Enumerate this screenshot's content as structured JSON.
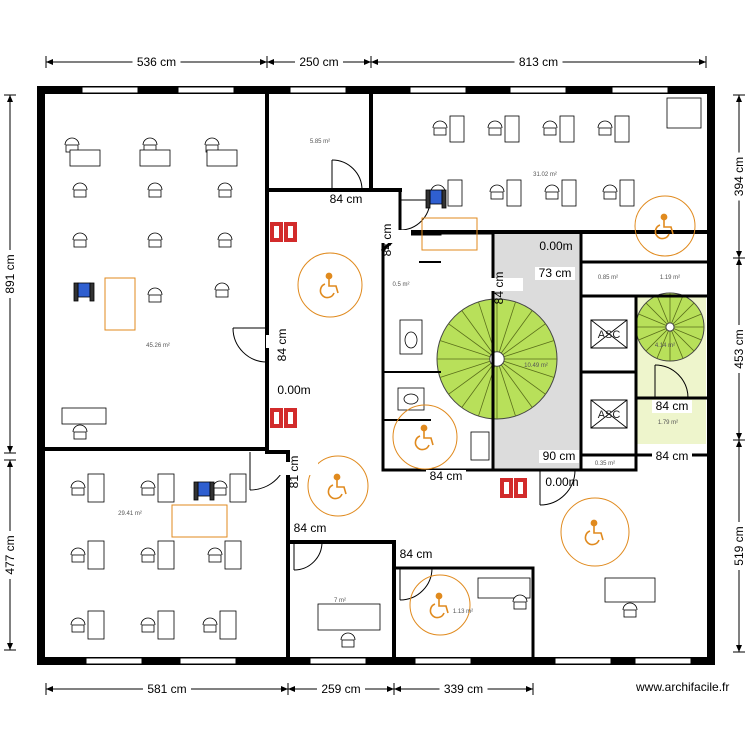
{
  "plan": {
    "dimensions_top": [
      "536 cm",
      "250 cm",
      "813 cm"
    ],
    "dimensions_bottom": [
      "581 cm",
      "259 cm",
      "339 cm"
    ],
    "dimensions_left": [
      "891 cm",
      "477 cm"
    ],
    "dimensions_right": [
      "394 cm",
      "453 cm",
      "519 cm"
    ],
    "wall_labels": [
      "84 cm",
      "84 cm",
      "84 cm",
      "84 cm",
      "73 cm",
      "81 cm",
      "84 cm",
      "84 cm",
      "84 cm",
      "90 cm",
      "84 cm",
      "84 cm",
      "84 cm"
    ],
    "level_labels": [
      "0.00m",
      "0.00m",
      "0.00m"
    ],
    "room_areas": [
      "5.85 m²",
      "31.02 m²",
      "45.26 m²",
      "0.5 m²",
      "10.49 m²",
      "0.85 m²",
      "1.19 m²",
      "4.14 m²",
      "1.79 m²",
      "0.35 m²",
      "29.41 m²",
      "7 m²",
      "1.13 m²"
    ],
    "elevator_labels": [
      "ASC",
      "ASC"
    ],
    "colors": {
      "wall": "#000000",
      "stair_fill": "#b8e05a",
      "stair_core": "#dcdcdc",
      "accessibility": "#e08a1e",
      "fire_equipment": "#d22b2b",
      "landing_fill": "#eef5cc"
    },
    "icons": [
      "wheelchair-accessible-icon",
      "fire-extinguisher-icon",
      "fire-alarm-icon"
    ]
  },
  "footer": {
    "credit": "www.archifacile.fr"
  }
}
